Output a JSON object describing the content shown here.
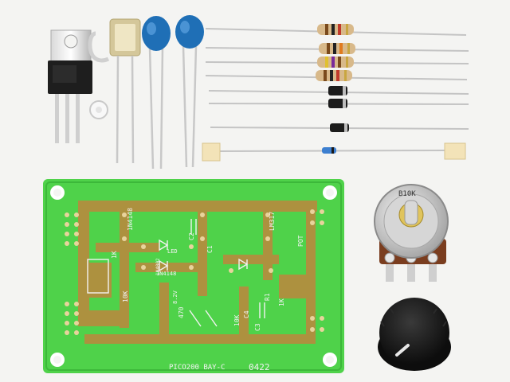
{
  "board": {
    "title_text": "PICO200 BAY-C",
    "number_text": "0422",
    "labels": [
      "1N4148",
      "C2",
      "1N4148",
      "LED",
      "10K",
      "1K",
      "C1",
      "LM317",
      "470",
      "10K",
      "8.2V",
      "1N4002",
      "C3",
      "1K",
      "C4",
      "POT",
      "R1"
    ]
  },
  "potentiometer": {
    "marking": "B10K"
  },
  "colors": {
    "background": "#f4f4f2",
    "pcb_green": "#4fd24a",
    "copper": "#b88a3e",
    "cap_blue": "#1f6fb6",
    "resistor_body": "#d8b98a",
    "diode_black": "#1c1c1c",
    "knob_black": "#151515",
    "pot_brown": "#7a3d1f"
  }
}
